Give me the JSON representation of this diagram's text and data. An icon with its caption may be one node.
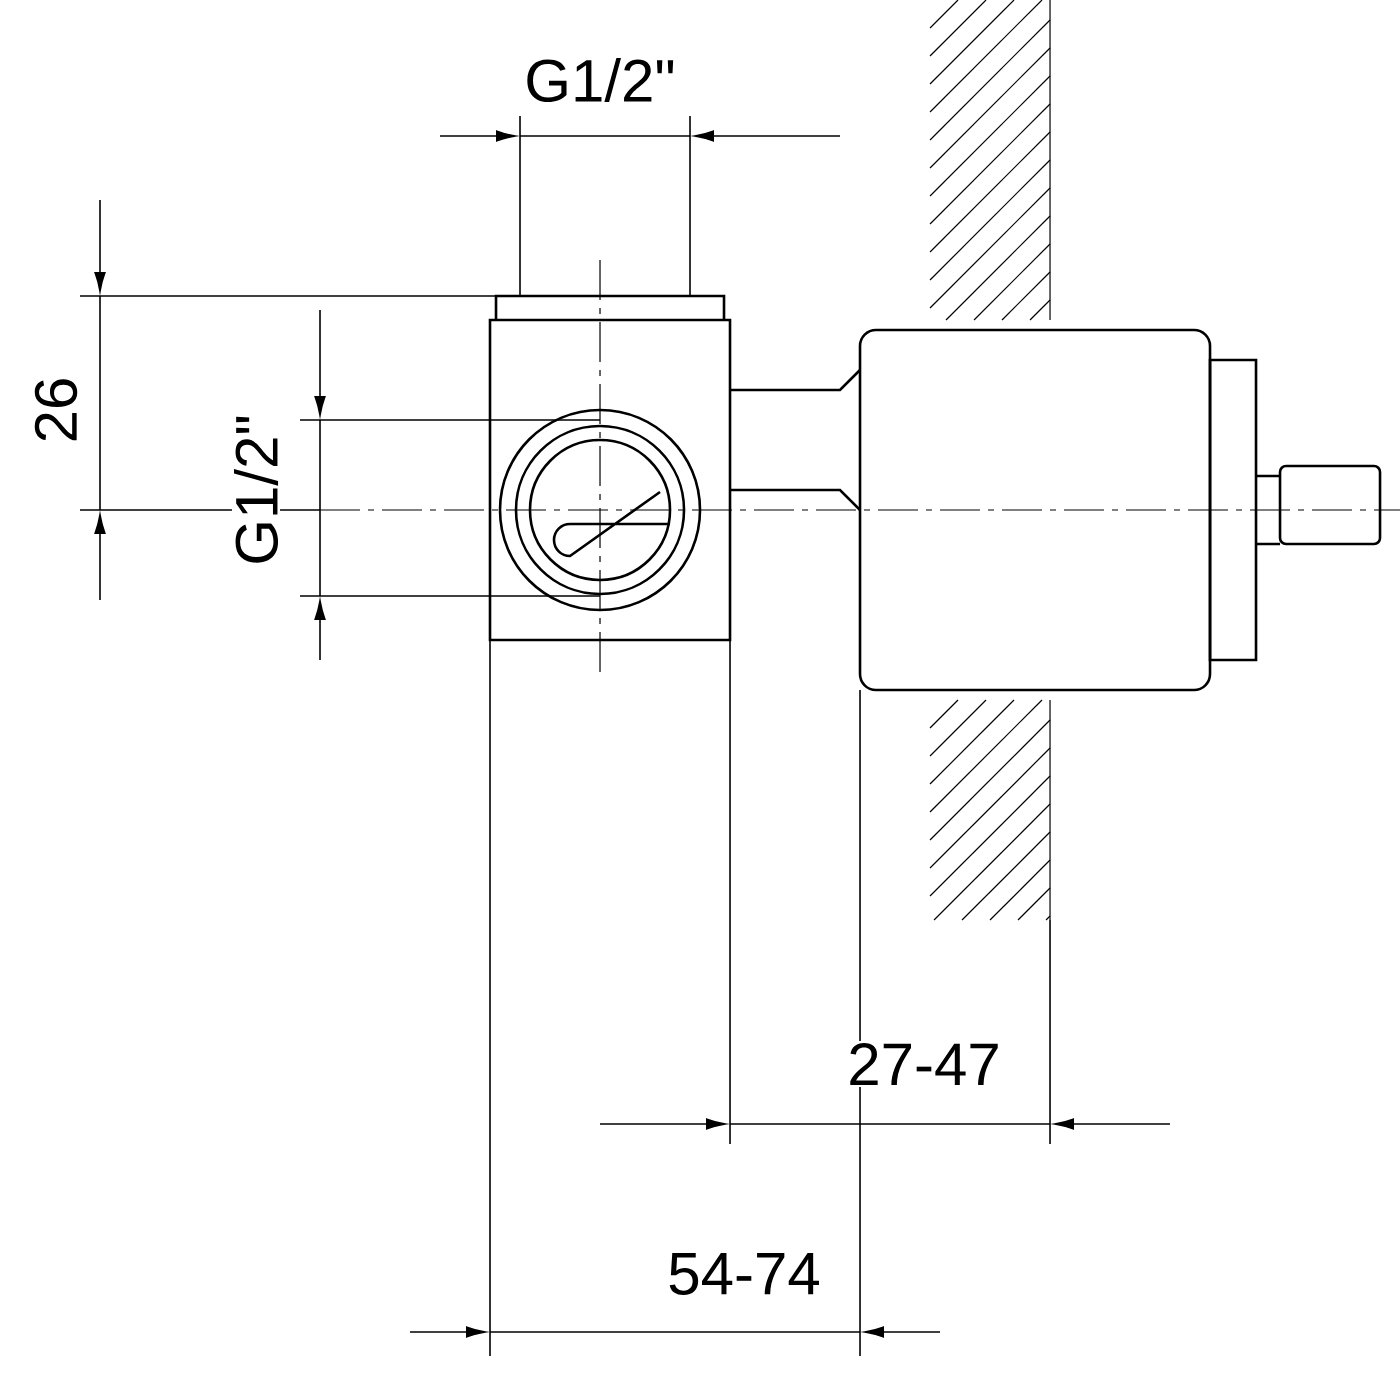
{
  "diagram": {
    "labels": [
      "G1/2\"",
      "26",
      "G1/2\"",
      "27-47",
      "54-74"
    ]
  }
}
